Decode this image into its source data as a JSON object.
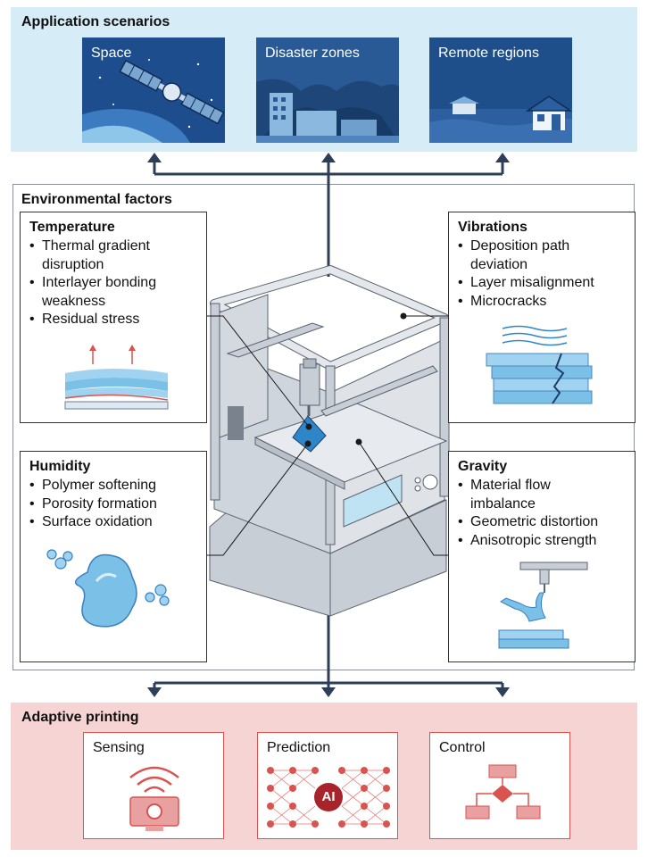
{
  "scenarios": {
    "title": "Application scenarios",
    "items": [
      {
        "label": "Space"
      },
      {
        "label": "Disaster zones"
      },
      {
        "label": "Remote regions"
      }
    ]
  },
  "environment": {
    "title": "Environmental factors",
    "temperature": {
      "title": "Temperature",
      "bullets": [
        "Thermal gradient disruption",
        "Interlayer bonding weakness",
        "Residual stress"
      ]
    },
    "vibrations": {
      "title": "Vibrations",
      "bullets": [
        "Deposition path deviation",
        "Layer misalignment",
        "Microcracks"
      ]
    },
    "humidity": {
      "title": "Humidity",
      "bullets": [
        "Polymer softening",
        "Porosity formation",
        "Surface oxidation"
      ]
    },
    "gravity": {
      "title": "Gravity",
      "bullets": [
        "Material flow imbalance",
        "Geometric distortion",
        "Anisotropic strength"
      ]
    }
  },
  "adaptive": {
    "title": "Adaptive printing",
    "items": [
      {
        "label": "Sensing"
      },
      {
        "label": "Prediction",
        "badge": "AI"
      },
      {
        "label": "Control"
      }
    ]
  },
  "colors": {
    "top_band": "#d6ecf7",
    "bottom_band": "#f7d4d4",
    "accent_red": "#d9534f",
    "navy_arrow": "#2d3e5a",
    "scene_blue": "#1f4f8a"
  }
}
